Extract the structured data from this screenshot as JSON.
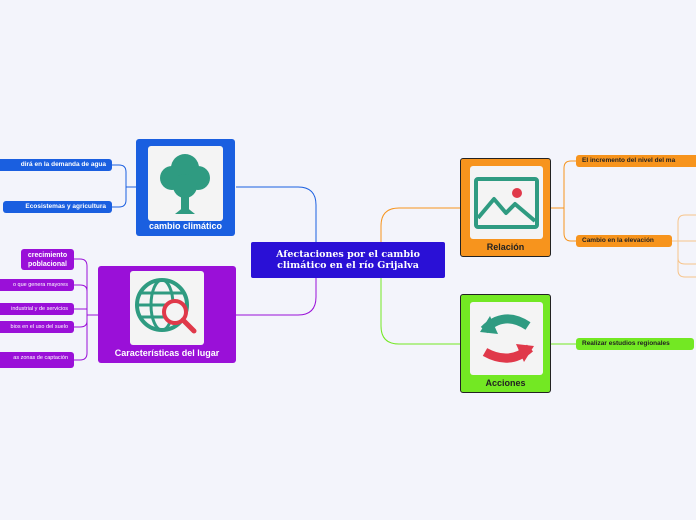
{
  "center": {
    "title": "Afectaciones por el cambio climático en el río Grijalva"
  },
  "cambio": {
    "label": "cambio climático",
    "icon": "tree-icon",
    "color": "#1a5fe0",
    "children": [
      "dirá en la demanda de agua",
      "Ecosistemas y agricultura"
    ]
  },
  "caracteristicas": {
    "label": "Características del lugar",
    "icon": "globe-search-icon",
    "color": "#9a10d8",
    "children": [
      "crecimiento poblacional",
      "o que genera mayores",
      "industrial y de servicios",
      "bios en el uso del suelo",
      "as zonas de captación"
    ]
  },
  "relacion": {
    "label": "Relación",
    "icon": "image-icon",
    "color": "#f7941d",
    "children": [
      "El incremento del nivel del ma",
      "Cambio en la elevación"
    ]
  },
  "acciones": {
    "label": "Acciones",
    "icon": "refresh-arrows-icon",
    "color": "#73e823",
    "children": [
      "Realizar estudios regionales"
    ]
  }
}
